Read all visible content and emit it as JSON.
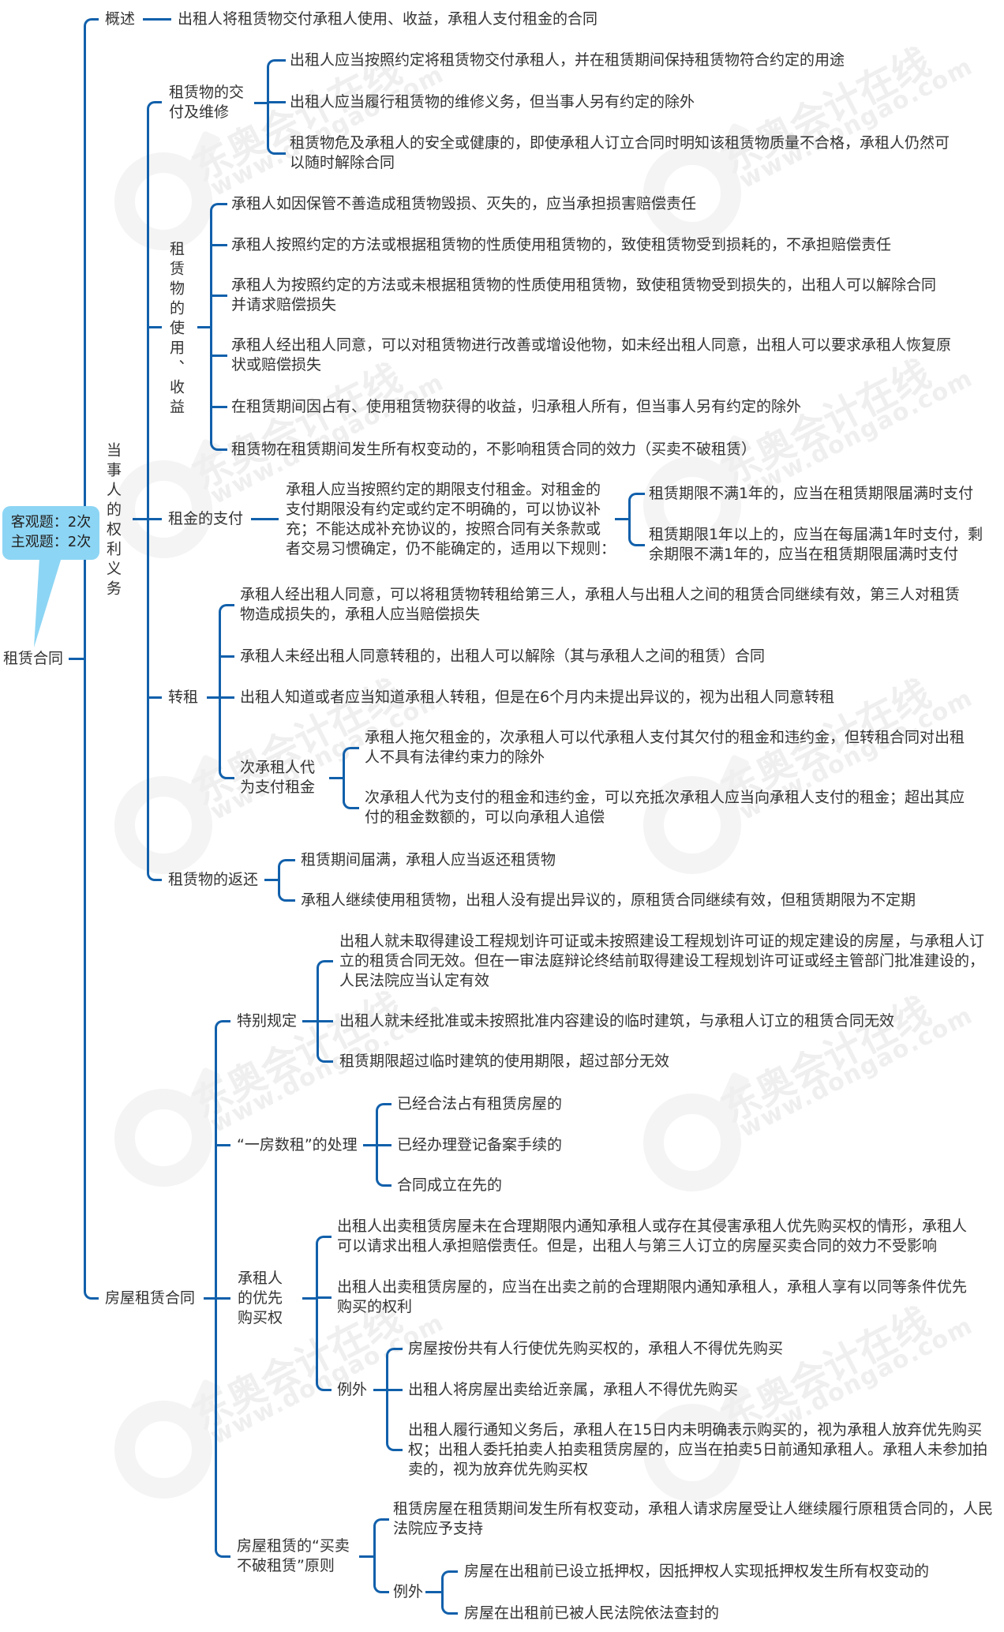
{
  "colors": {
    "line": "#1160ab",
    "text": "#333333",
    "callout": "#8dd5f4",
    "watermark": "#efefef"
  },
  "watermark": {
    "brand": "东奥会计在线",
    "url": "www.dongao.com"
  },
  "callout": {
    "lines": [
      "客观题：2次",
      "主观题：2次"
    ]
  },
  "root": {
    "label": "租赁合同"
  },
  "overview": {
    "label": "概述",
    "text": "出租人将租赁物交付承租人使用、收益，承租人支付租金的合同"
  },
  "rights": {
    "label": "当事人的权利义务",
    "delivery": {
      "label": [
        "租赁物的交",
        "付及维修"
      ],
      "items": [
        [
          "出租人应当按照约定将租赁物交付承租人，并在租赁期间保持租赁物符合约定的用途"
        ],
        [
          "出租人应当履行租赁物的维修义务，但当事人另有约定的除外"
        ],
        [
          "租赁物危及承租人的安全或健康的，即使承租人订立合同时明知该租赁物质量不合格，承租人仍然可",
          "以随时解除合同"
        ]
      ]
    },
    "use": {
      "label": "租赁物的使用、收益",
      "items": [
        [
          "承租人如因保管不善造成租赁物毁损、灭失的，应当承担损害赔偿责任"
        ],
        [
          "承租人按照约定的方法或根据租赁物的性质使用租赁物的，致使租赁物受到损耗的，不承担赔偿责任"
        ],
        [
          "承租人为按照约定的方法或未根据租赁物的性质使用租赁物，致使租赁物受到损失的，出租人可以解除合同",
          "并请求赔偿损失"
        ],
        [
          "承租人经出租人同意，可以对租赁物进行改善或增设他物，如未经出租人同意，出租人可以要求承租人恢复原",
          "状或赔偿损失"
        ],
        [
          "在租赁期间因占有、使用租赁物获得的收益，归承租人所有，但当事人另有约定的除外"
        ],
        [
          "租赁物在租赁期间发生所有权变动的，不影响租赁合同的效力（买卖不破租赁）"
        ]
      ]
    },
    "rent": {
      "label": "租金的支付",
      "rule": [
        "承租人应当按照约定的期限支付租金。对租金的",
        "支付期限没有约定或约定不明确的，可以协议补",
        "充；不能达成补充协议的，按照合同有关条款或",
        "者交易习惯确定，仍不能确定的，适用以下规则："
      ],
      "items": [
        [
          "租赁期限不满1年的，应当在租赁期限届满时支付"
        ],
        [
          "租赁期限1年以上的，应当在每届满1年时支付，剩",
          "余期限不满1年的，应当在租赁期限届满时支付"
        ]
      ]
    },
    "sublease": {
      "label": "转租",
      "items": [
        [
          "承租人经出租人同意，可以将租赁物转租给第三人，承租人与出租人之间的租赁合同继续有效，第三人对租赁",
          "物造成损失的，承租人应当赔偿损失"
        ],
        [
          "承租人未经出租人同意转租的，出租人可以解除（其与承租人之间的租赁）合同"
        ],
        [
          "出租人知道或者应当知道承租人转租，但是在6个月内未提出异议的，视为出租人同意转租"
        ]
      ],
      "sub_payment": {
        "label": [
          "次承租人代",
          "为支付租金"
        ],
        "items": [
          [
            "承租人拖欠租金的，次承租人可以代承租人支付其欠付的租金和违约金，但转租合同对出租",
            "人不具有法律约束力的除外"
          ],
          [
            "次承租人代为支付的租金和违约金，可以充抵次承租人应当向承租人支付的租金；超出其应",
            "付的租金数额的，可以向承租人追偿"
          ]
        ]
      }
    },
    "return": {
      "label": "租赁物的返还",
      "items": [
        [
          "租赁期间届满，承租人应当返还租赁物"
        ],
        [
          "承租人继续使用租赁物，出租人没有提出异议的，原租赁合同继续有效，但租赁期限为不定期"
        ]
      ]
    }
  },
  "housing": {
    "label": "房屋租赁合同",
    "special": {
      "label": "特别规定",
      "items": [
        [
          "出租人就未取得建设工程规划许可证或未按照建设工程规划许可证的规定建设的房屋，与承租人订",
          "立的租赁合同无效。但在一审法庭辩论终结前取得建设工程规划许可证或经主管部门批准建设的，",
          "人民法院应当认定有效"
        ],
        [
          "出租人就未经批准或未按照批准内容建设的临时建筑，与承租人订立的租赁合同无效"
        ],
        [
          "租赁期限超过临时建筑的使用期限，超过部分无效"
        ]
      ]
    },
    "multi_lease": {
      "label": "“一房数租”的处理",
      "items": [
        "已经合法占有租赁房屋的",
        "已经办理登记备案手续的",
        "合同成立在先的"
      ]
    },
    "preemption": {
      "label": [
        "承租人",
        "的优先",
        "购买权"
      ],
      "items": [
        [
          "出租人出卖租赁房屋未在合理期限内通知承租人或存在其侵害承租人优先购买权的情形，承租人",
          "可以请求出租人承担赔偿责任。但是，出租人与第三人订立的房屋买卖合同的效力不受影响"
        ],
        [
          "出租人出卖租赁房屋的，应当在出卖之前的合理期限内通知承租人，承租人享有以同等条件优先",
          "购买的权利"
        ]
      ],
      "exceptions": {
        "label": "例外",
        "items": [
          [
            "房屋按份共有人行使优先购买权的，承租人不得优先购买"
          ],
          [
            "出租人将房屋出卖给近亲属，承租人不得优先购买"
          ],
          [
            "出租人履行通知义务后，承租人在15日内未明确表示购买的，视为承租人放弃优先购买",
            "权；出租人委托拍卖人拍卖租赁房屋的，应当在拍卖5日前通知承租人。承租人未参加拍",
            "卖的，视为放弃优先购买权"
          ]
        ]
      }
    },
    "sale_no_break": {
      "label": [
        "房屋租赁的“买卖",
        "不破租赁”原则"
      ],
      "items": [
        [
          "租赁房屋在租赁期间发生所有权变动，承租人请求房屋受让人继续履行原租赁合同的，人民",
          "法院应予支持"
        ]
      ],
      "exceptions": {
        "label": "例外",
        "items": [
          [
            "房屋在出租前已设立抵押权，因抵押权人实现抵押权发生所有权变动的"
          ],
          [
            "房屋在出租前已被人民法院依法查封的"
          ]
        ]
      }
    }
  }
}
